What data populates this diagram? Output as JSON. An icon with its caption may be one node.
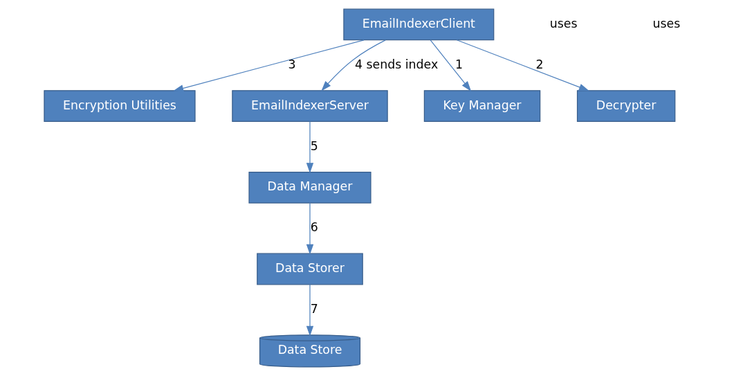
{
  "diagram": {
    "nodes": [
      {
        "text": [
          "Encryption Utilities"
        ]
      },
      {
        "text": [
          "EmailIndexerClient"
        ]
      },
      {
        "text": [
          "EmailIndexerServer"
        ]
      },
      {
        "text": [
          "Key Manager"
        ]
      },
      {
        "text": [
          "Decrypter"
        ]
      },
      {
        "text": [
          "Data Manager"
        ]
      },
      {
        "text": [
          "Data Storer"
        ]
      },
      {
        "text": [
          "Data Store"
        ]
      }
    ],
    "edges": [
      {
        "from": 1,
        "to": 0,
        "arrow": "to",
        "label": "3"
      },
      {
        "from": 1,
        "to": 2,
        "arrow": "to",
        "label": "4 sends index"
      },
      {
        "from": 1,
        "to": 3,
        "arrow": "to",
        "label": "1"
      },
      {
        "from": 1,
        "to": 4,
        "arrow": "to",
        "label": "2"
      },
      {
        "from": 2,
        "to": 5,
        "arrow": "to",
        "label": "5"
      },
      {
        "from": 5,
        "to": 6,
        "arrow": "to",
        "label": "6"
      },
      {
        "from": 6,
        "to": 7,
        "arrow": "to",
        "label": "7"
      }
    ],
    "labels": [
      "uses",
      "uses"
    ]
  }
}
